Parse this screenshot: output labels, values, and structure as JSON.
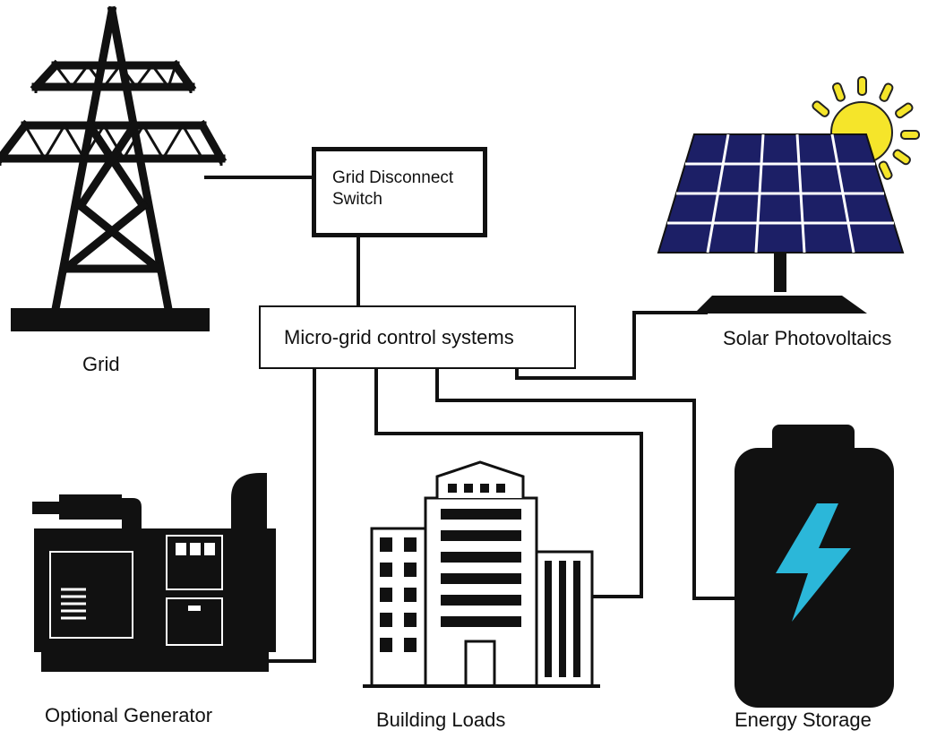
{
  "switch": {
    "line1": "Grid Disconnect",
    "line2": "Switch"
  },
  "control": {
    "label": "Micro-grid control systems"
  },
  "nodes": {
    "grid": "Grid",
    "solar": "Solar Photovoltaics",
    "generator": "Optional Generator",
    "building": "Building Loads",
    "storage": "Energy Storage"
  },
  "colors": {
    "ink": "#111111",
    "panel": "#1c1f66",
    "panel_grid": "#ffffff",
    "sun": "#f5e52a",
    "bolt": "#2bb7d9"
  },
  "icons": [
    "transmission-tower-icon",
    "solar-panel-icon",
    "sun-icon",
    "generator-icon",
    "building-icon",
    "battery-icon",
    "lightning-bolt-icon"
  ]
}
